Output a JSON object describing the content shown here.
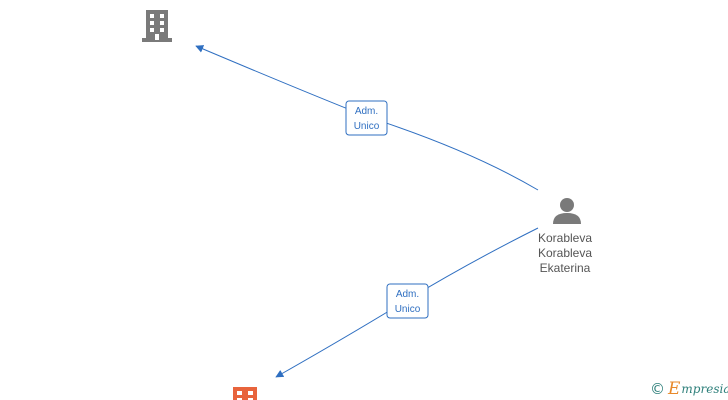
{
  "nodes": {
    "company_top": {
      "type": "company",
      "color": "#7a7a7a"
    },
    "company_bottom": {
      "type": "company",
      "color": "#e8643c"
    },
    "person": {
      "type": "person",
      "color": "#7a7a7a",
      "name_lines": [
        "Korableva",
        "Korableva",
        "Ekaterina"
      ]
    }
  },
  "edges": [
    {
      "from": "person",
      "to": "company_top",
      "label_lines": [
        "Adm.",
        "Unico"
      ]
    },
    {
      "from": "person",
      "to": "company_bottom",
      "label_lines": [
        "Adm.",
        "Unico"
      ]
    }
  ],
  "edge_color": "#2f6fc1",
  "brand": {
    "copyright": "©",
    "initial": "E",
    "rest": "mpresia"
  }
}
